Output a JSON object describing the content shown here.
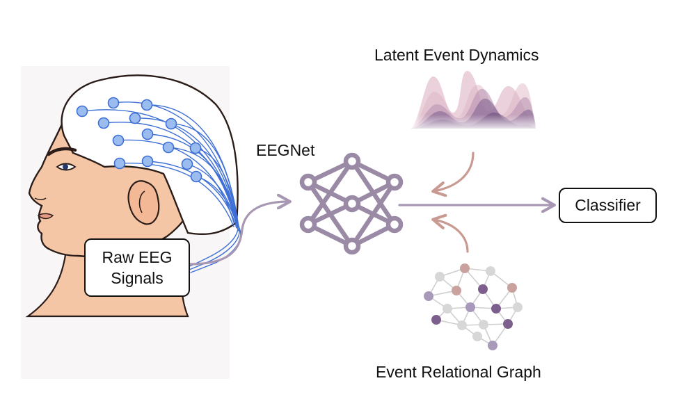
{
  "labels": {
    "raw_eeg_line1": "Raw EEG",
    "raw_eeg_line2": "Signals",
    "eegnet": "EEGNet",
    "latent_dynamics": "Latent Event Dynamics",
    "relational_graph": "Event Relational Graph",
    "classifier": "Classifier"
  },
  "colors": {
    "network": "#9a8aa6",
    "flow_arrow": "#a797b2",
    "context_arrow": "#c99a92",
    "electrode_fill": "#9bbcef",
    "electrode_stroke": "#3d6fd6",
    "wire": "#3d6fd6",
    "skin": "#f5c6a5",
    "box_border": "#111111"
  },
  "icons": [
    "head-with-eeg-cap",
    "neural-network-icon",
    "wave-ridgeline",
    "brain-graph"
  ]
}
